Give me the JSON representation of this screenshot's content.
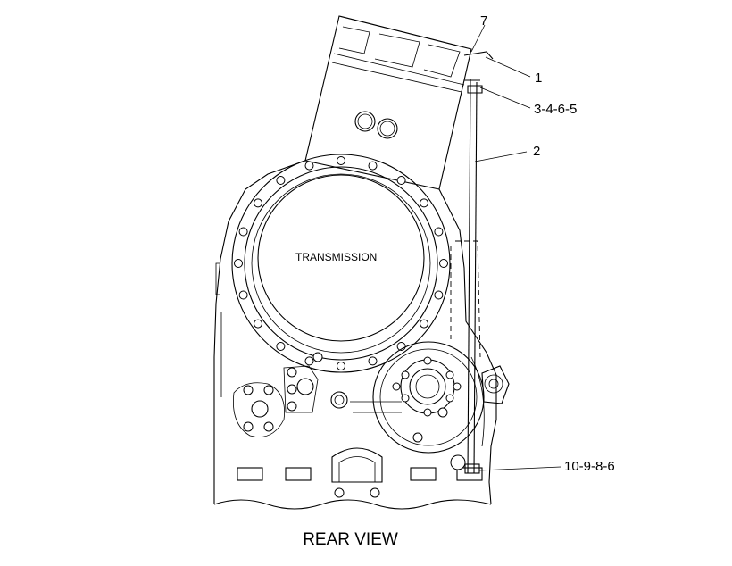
{
  "diagram": {
    "component_label": "TRANSMISSION",
    "caption": "REAR VIEW",
    "callouts": [
      {
        "id": "callout-7",
        "text": "7"
      },
      {
        "id": "callout-1",
        "text": "1"
      },
      {
        "id": "callout-3-4-6-5",
        "text": "3-4-6-5"
      },
      {
        "id": "callout-2",
        "text": "2"
      },
      {
        "id": "callout-10-9-8-6",
        "text": "10-9-8-6"
      }
    ]
  }
}
